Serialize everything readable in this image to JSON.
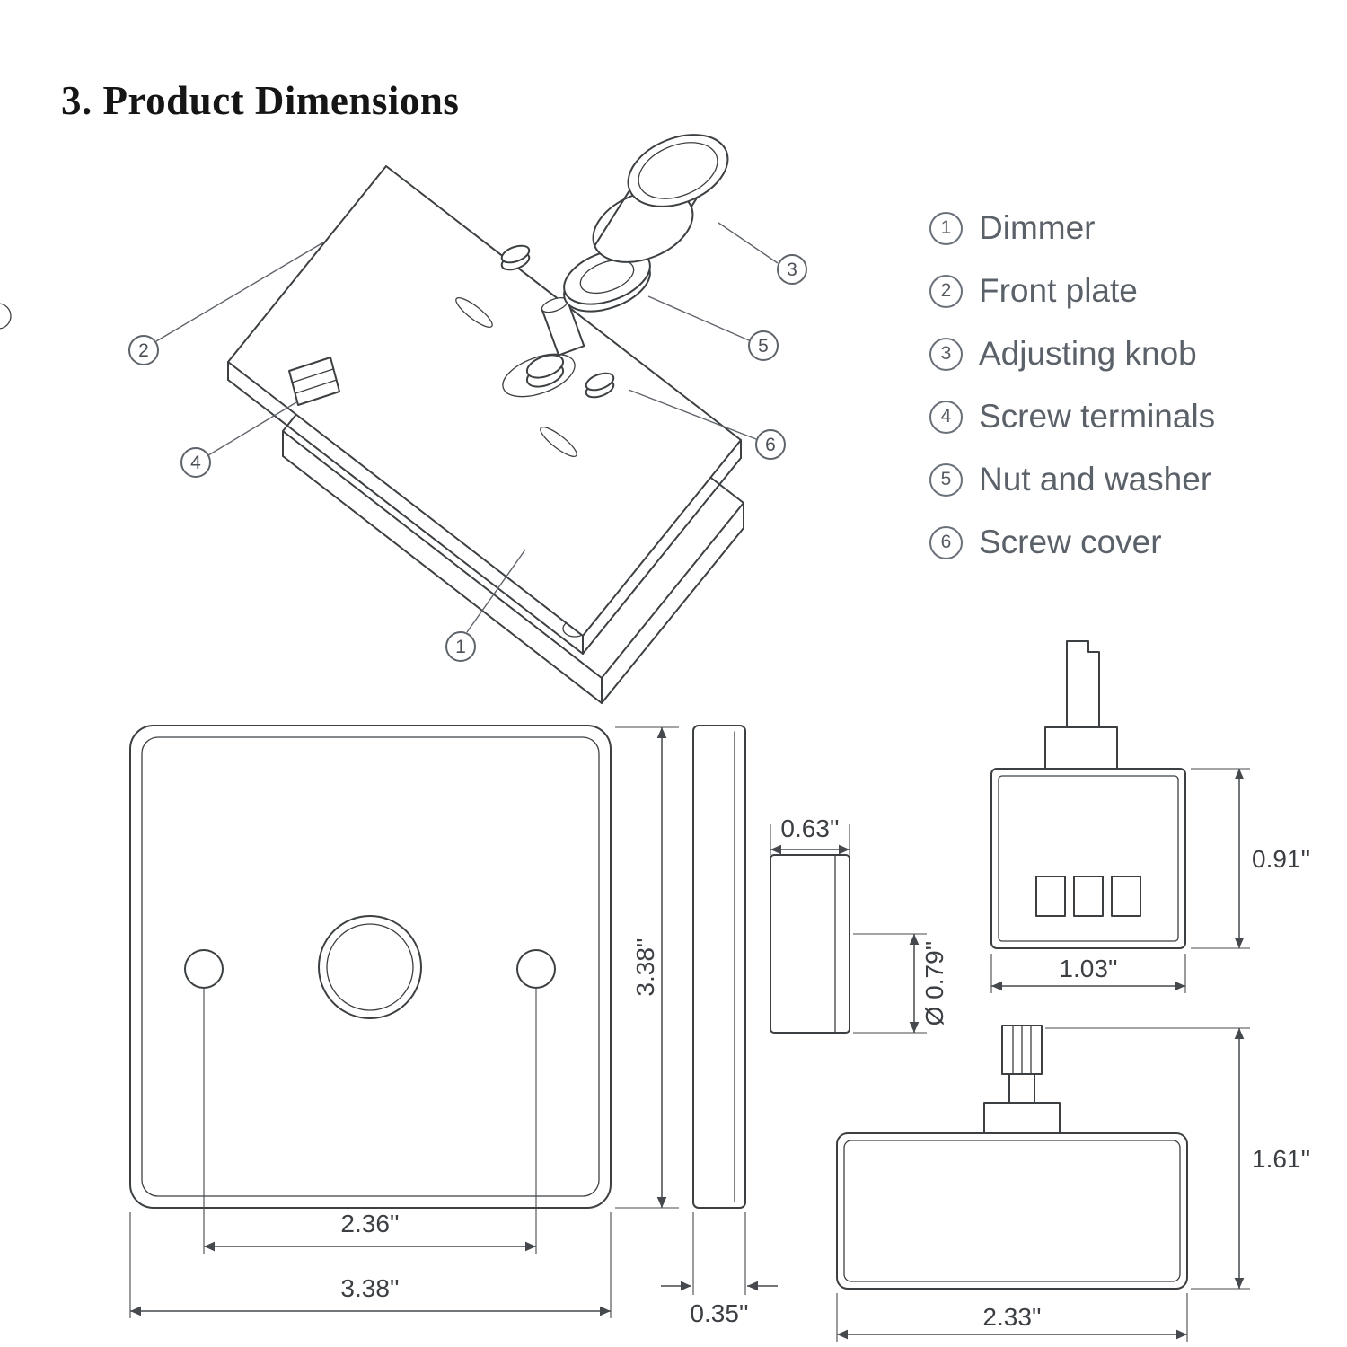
{
  "page": {
    "title": "3. Product Dimensions"
  },
  "legend": {
    "items": [
      {
        "num": "1",
        "label": "Dimmer"
      },
      {
        "num": "2",
        "label": "Front plate"
      },
      {
        "num": "3",
        "label": "Adjusting knob"
      },
      {
        "num": "4",
        "label": "Screw terminals"
      },
      {
        "num": "5",
        "label": "Nut and washer"
      },
      {
        "num": "6",
        "label": "Screw cover"
      }
    ]
  },
  "callouts": {
    "c1": "1",
    "c2": "2",
    "c3": "3",
    "c4": "4",
    "c5": "5",
    "c6": "6"
  },
  "dimensions": {
    "front_plate": {
      "hole_spacing": "2.36''",
      "width": "3.38''",
      "height": "3.38''"
    },
    "side_profile": {
      "thickness": "0.35''"
    },
    "knob": {
      "depth": "0.63''",
      "diameter": "Ø 0.79''"
    },
    "mechanism_back": {
      "width": "1.03''",
      "height": "0.91''"
    },
    "mechanism_side": {
      "width": "2.33''",
      "height": "1.61''"
    }
  },
  "colors": {
    "line": "#3c4043",
    "dimension": "#45484c",
    "legend_text": "#5b6169",
    "title": "#151515",
    "background": "#ffffff"
  }
}
